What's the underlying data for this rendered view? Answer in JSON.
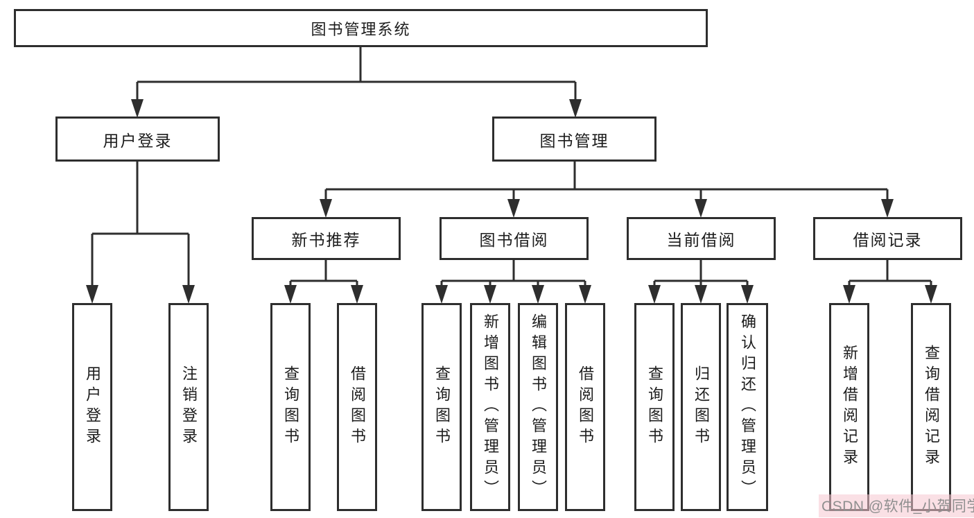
{
  "title": "图书管理系统",
  "tree": {
    "root": {
      "label": "图书管理系统"
    },
    "children": [
      {
        "label": "用户登录",
        "children": [
          {
            "label": "用户登录"
          },
          {
            "label": "注销登录"
          }
        ]
      },
      {
        "label": "图书管理",
        "children": [
          {
            "label": "新书推荐",
            "children": [
              {
                "label": "查询图书"
              },
              {
                "label": "借阅图书"
              }
            ]
          },
          {
            "label": "图书借阅",
            "children": [
              {
                "label": "查询图书"
              },
              {
                "label": "新增图书（管理员）"
              },
              {
                "label": "编辑图书（管理员）"
              },
              {
                "label": "借阅图书"
              }
            ]
          },
          {
            "label": "当前借阅",
            "children": [
              {
                "label": "查询图书"
              },
              {
                "label": "归还图书"
              },
              {
                "label": "确认归还（管理员）"
              }
            ]
          },
          {
            "label": "借阅记录",
            "children": [
              {
                "label": "新增借阅记录"
              },
              {
                "label": "查询借阅记录"
              }
            ]
          }
        ]
      }
    ]
  },
  "watermark": {
    "text": "CSDN @软件_小贺同学"
  },
  "colors": {
    "line": "#2e2e2e",
    "box_border": "#2e2e2e",
    "box_fill": "#ffffff",
    "text": "#1c1c1c",
    "watermark_text": "#8f8f8f",
    "watermark_highlight": "#f6c6cf"
  }
}
